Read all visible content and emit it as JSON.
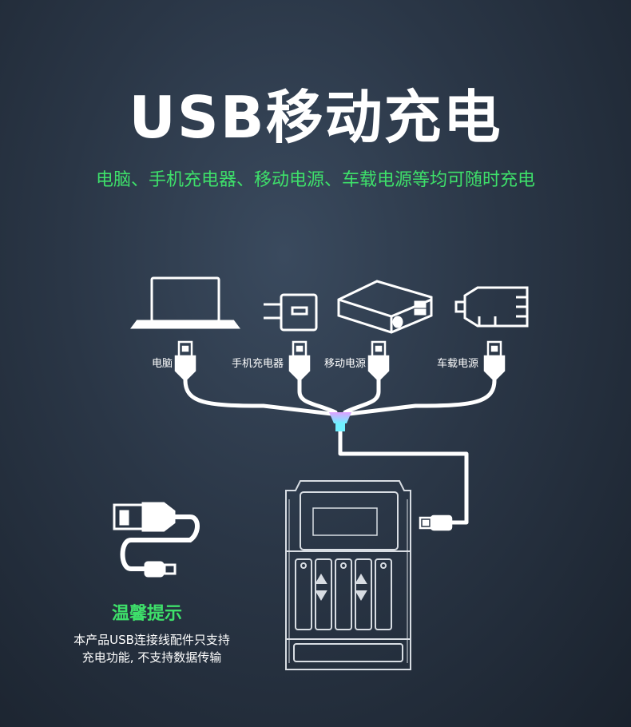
{
  "header": {
    "title": "USB移动充电",
    "subtitle": "电脑、手机充电器、移动电源、车载电源等均可随时充电"
  },
  "sources": [
    {
      "label": "电脑",
      "icon": "laptop-icon"
    },
    {
      "label": "手机充电器",
      "icon": "wall-charger-icon"
    },
    {
      "label": "移动电源",
      "icon": "power-bank-icon"
    },
    {
      "label": "车载电源",
      "icon": "car-charger-icon"
    }
  ],
  "tip": {
    "title": "温馨提示",
    "line1": "本产品USB连接线配件只支持",
    "line2": "充电功能, 不支持数据传输"
  },
  "colors": {
    "accent_green": "#3ee06a",
    "line_white": "#ffffff"
  }
}
